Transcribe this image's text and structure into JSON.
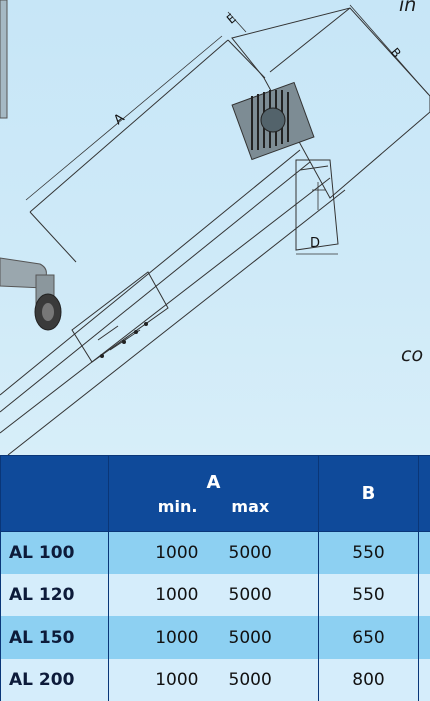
{
  "drawing": {
    "labels": {
      "a": "A",
      "b": "B",
      "d": "D",
      "e": "E"
    },
    "corner_top": "in",
    "corner_mid": "co"
  },
  "table": {
    "group_header": "A",
    "col_b": "B",
    "sub_min": "min.",
    "sub_max": "max",
    "rows": [
      {
        "model": "AL 100",
        "min": "1000",
        "max": "5000",
        "b": "550"
      },
      {
        "model": "AL 120",
        "min": "1000",
        "max": "5000",
        "b": "550"
      },
      {
        "model": "AL 150",
        "min": "1000",
        "max": "5000",
        "b": "650"
      },
      {
        "model": "AL 200",
        "min": "1000",
        "max": "5000",
        "b": "800"
      }
    ]
  }
}
